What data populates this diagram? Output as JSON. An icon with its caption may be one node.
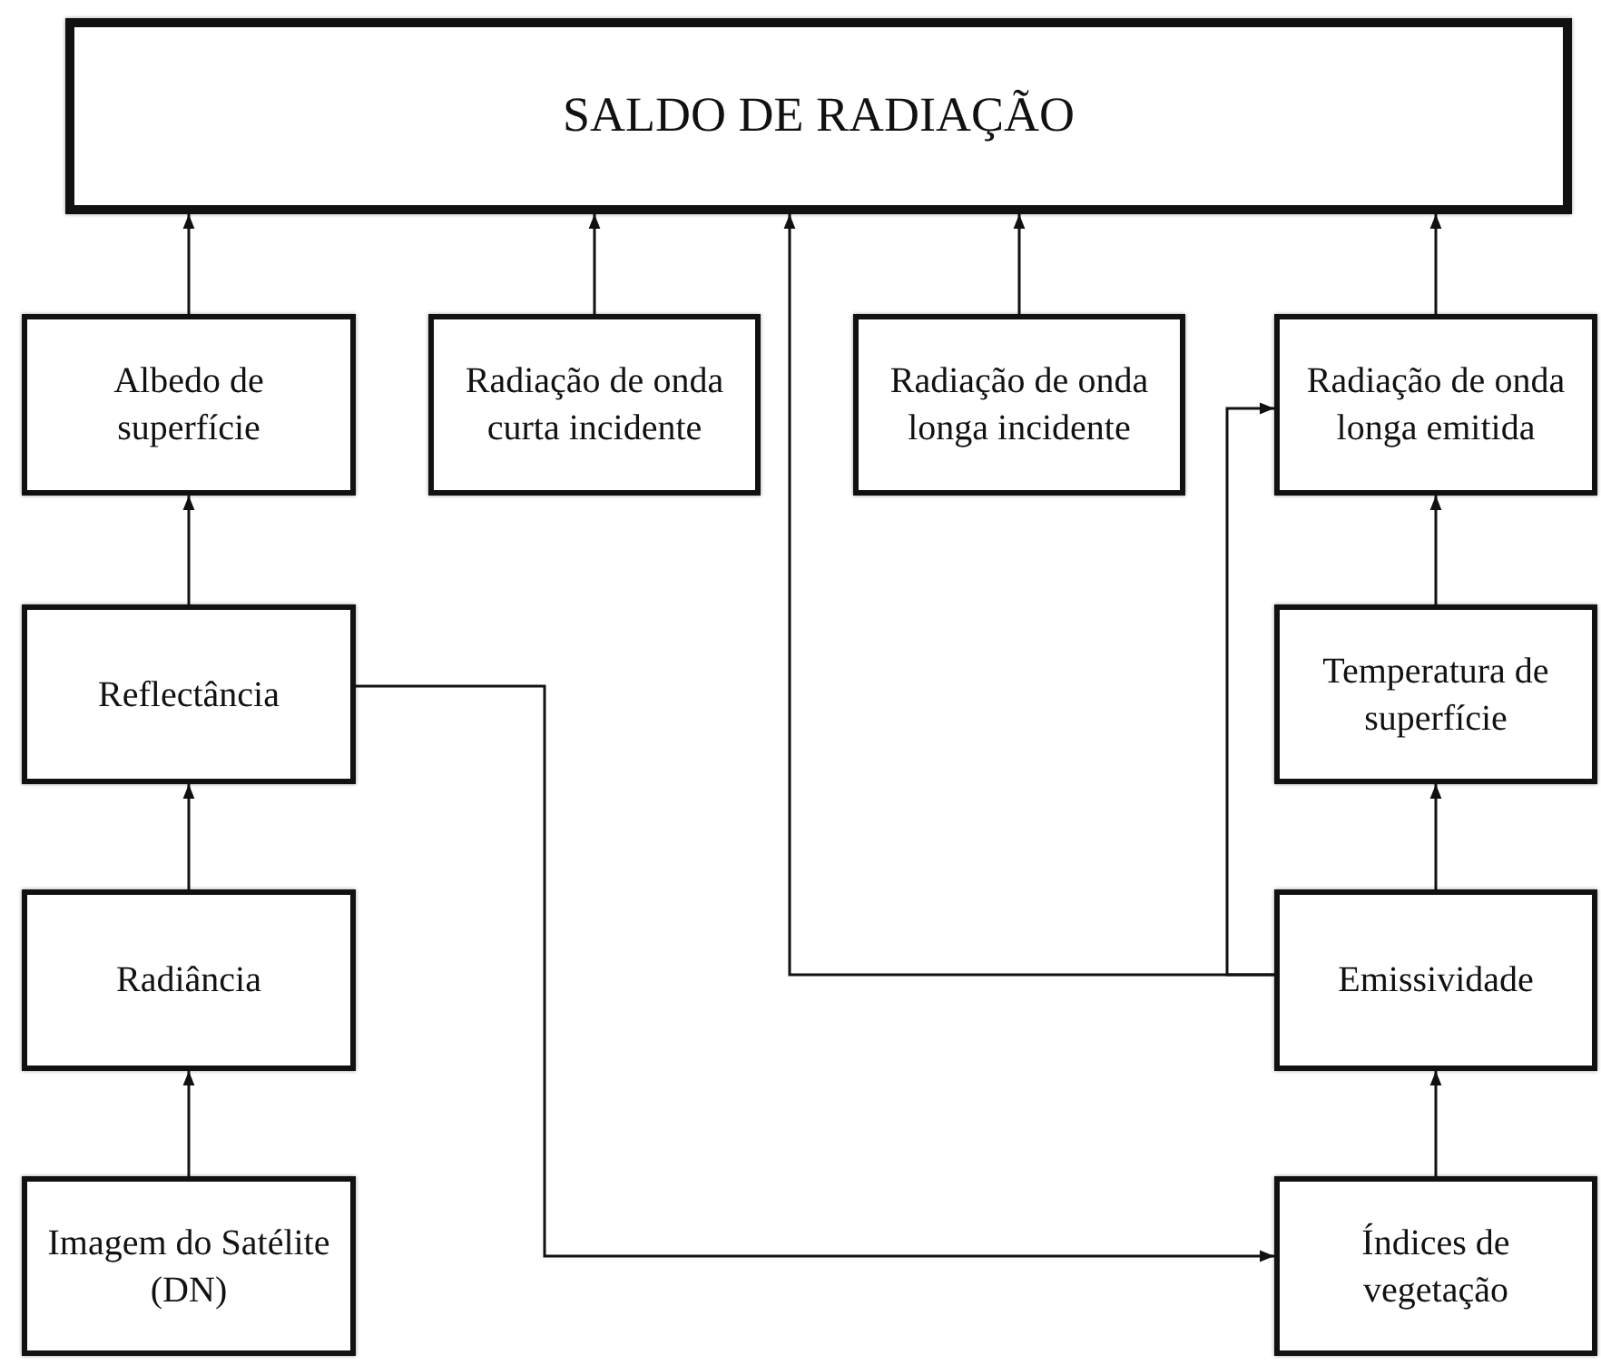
{
  "diagram": {
    "nodes": [
      {
        "text": [
          "SALDO DE RADIAÇÃO"
        ]
      },
      {
        "text": [
          "Albedo de superfície"
        ]
      },
      {
        "text": [
          "Radiação de onda curta incidente"
        ]
      },
      {
        "text": [
          "Radiação de onda longa incidente"
        ]
      },
      {
        "text": [
          "Radiação de onda longa emitida"
        ]
      },
      {
        "text": [
          "Reflectância"
        ]
      },
      {
        "text": [
          "Temperatura de superfície"
        ]
      },
      {
        "text": [
          "Radiância"
        ]
      },
      {
        "text": [
          "Emissividade"
        ]
      },
      {
        "text": [
          "Imagem do Satélite (DN)"
        ]
      },
      {
        "text": [
          "Índices de vegetação"
        ]
      }
    ],
    "edges": [
      {
        "from": 1,
        "to": 0,
        "arrow": "to"
      },
      {
        "from": 2,
        "to": 0,
        "arrow": "to"
      },
      {
        "from": 3,
        "to": 0,
        "arrow": "to"
      },
      {
        "from": 4,
        "to": 0,
        "arrow": "to"
      },
      {
        "from": 5,
        "to": 1,
        "arrow": "to"
      },
      {
        "from": 7,
        "to": 5,
        "arrow": "to"
      },
      {
        "from": 9,
        "to": 7,
        "arrow": "to"
      },
      {
        "from": 5,
        "to": 10,
        "arrow": "to"
      },
      {
        "from": 10,
        "to": 8,
        "arrow": "to"
      },
      {
        "from": 8,
        "to": 6,
        "arrow": "to"
      },
      {
        "from": 6,
        "to": 4,
        "arrow": "to"
      },
      {
        "from": 8,
        "to": 0,
        "arrow": "to"
      },
      {
        "from": 8,
        "to": 4,
        "arrow": "to"
      }
    ]
  }
}
